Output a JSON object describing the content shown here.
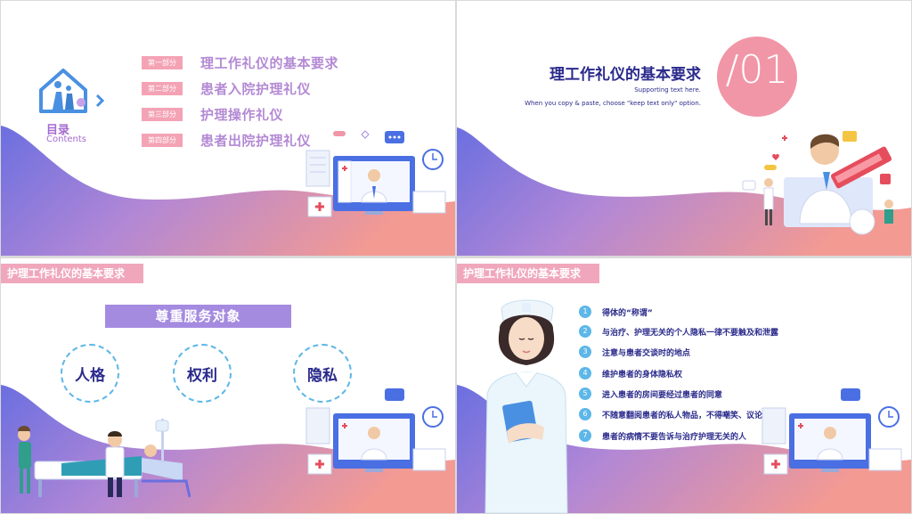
{
  "slide1": {
    "heading": "目录",
    "subheading": "Contents",
    "items": [
      {
        "tag": "第一部分",
        "text": "理工作礼仪的基本要求"
      },
      {
        "tag": "第二部分",
        "text": "患者入院护理礼仪"
      },
      {
        "tag": "第三部分",
        "text": "护理操作礼仪"
      },
      {
        "tag": "第四部分",
        "text": "患者出院护理礼仪"
      }
    ]
  },
  "slide2": {
    "title": "理工作礼仪的基本要求",
    "supporting": "Supporting text here.",
    "hint": "When you copy & paste, choose \"keep text only\" option.",
    "number": "/01"
  },
  "slide3": {
    "header": "护理工作礼仪的基本要求",
    "banner": "尊重服务对象",
    "circles": [
      "人格",
      "权利",
      "隐私"
    ]
  },
  "slide4": {
    "header": "护理工作礼仪的基本要求",
    "items": [
      {
        "n": "1",
        "text": "得体的“称谓”"
      },
      {
        "n": "2",
        "text": "与治疗、护理无关的个人隐私一律不要触及和泄露"
      },
      {
        "n": "3",
        "text": "注意与患者交谈时的地点"
      },
      {
        "n": "4",
        "text": "维护患者的身体隐私权"
      },
      {
        "n": "5",
        "text": "进入患者的房间要经过患者的同意"
      },
      {
        "n": "6",
        "text": "不随意翻阅患者的私人物品，不得嘲笑、议论"
      },
      {
        "n": "7",
        "text": "患者的病情不要告诉与治疗护理无关的人"
      }
    ]
  },
  "colors": {
    "accent_pink": "#f0a7bc",
    "accent_purple": "#a58be0",
    "navy": "#2a2a8c",
    "ring_blue": "#5db7e8"
  }
}
